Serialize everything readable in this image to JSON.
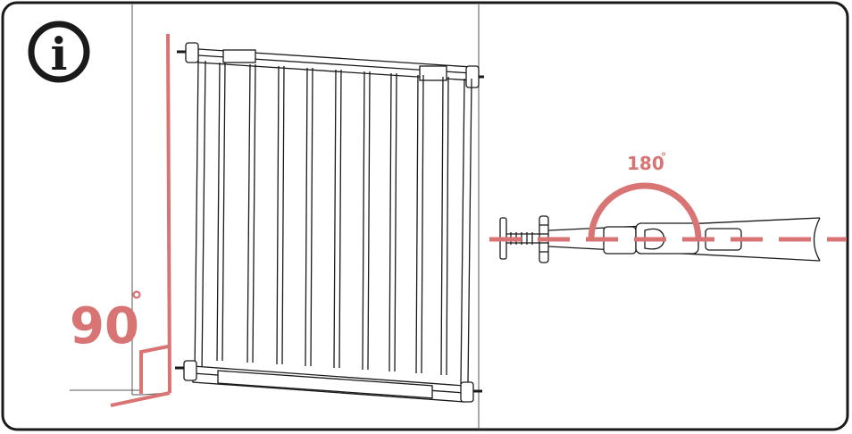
{
  "info_symbol": "i",
  "icons": {
    "info": "info-circle-icon"
  },
  "left_panel": {
    "angle_value": "90",
    "angle_degree_mark": "°"
  },
  "right_panel": {
    "angle_value": "180",
    "angle_degree_mark": "°"
  },
  "colors": {
    "accent": "#d97474",
    "line": "#1a1a1a"
  }
}
